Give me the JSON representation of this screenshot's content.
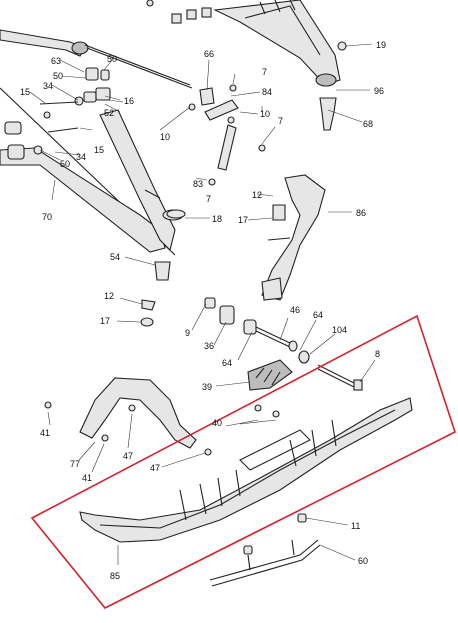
{
  "callouts": {
    "c7a": "7",
    "c7b": "7",
    "c7c": "7",
    "c19": "19",
    "c96": "96",
    "c68": "68",
    "c66": "66",
    "c84": "84",
    "c10a": "10",
    "c10b": "10",
    "c63": "63",
    "c50a": "50",
    "c50b": "50",
    "c50c": "50",
    "c15a": "15",
    "c15b": "15",
    "c34a": "34",
    "c34b": "34",
    "c52": "52",
    "c16": "16",
    "c83": "83",
    "c12a": "12",
    "c12b": "12",
    "c17a": "17",
    "c17b": "17",
    "c86": "86",
    "c18": "18",
    "c70": "70",
    "c54": "54",
    "c46": "46",
    "c64a": "64",
    "c64b": "64",
    "c104": "104",
    "c8": "8",
    "c9": "9",
    "c36": "36",
    "c39": "39",
    "c41a": "41",
    "c41b": "41",
    "c77": "77",
    "c47a": "47",
    "c47b": "47",
    "c40": "40",
    "c11": "11",
    "c60": "60",
    "c85": "85"
  },
  "colors": {
    "highlight": "#d6202a",
    "line": "#222222",
    "fill": "#e6e6e6"
  }
}
